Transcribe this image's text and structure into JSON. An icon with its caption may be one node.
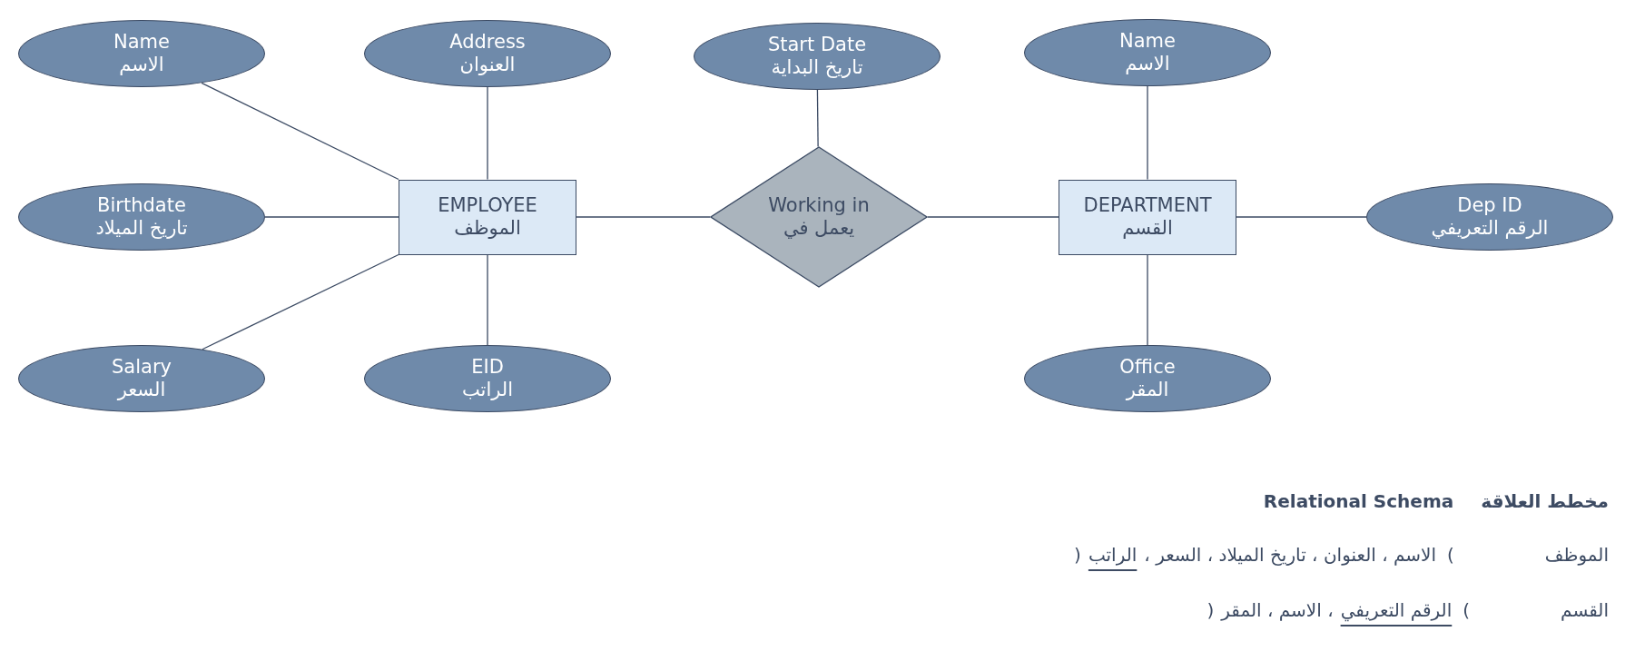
{
  "diagram": {
    "nodes": [
      {
        "text": [
          "Name",
          "الاسم"
        ]
      },
      {
        "text": [
          "Address",
          "العنوان"
        ]
      },
      {
        "text": [
          "Start Date",
          "تاريخ البداية"
        ]
      },
      {
        "text": [
          "Name",
          "الاسم"
        ]
      },
      {
        "text": [
          "Birthdate",
          "تاريخ الميلاد"
        ]
      },
      {
        "text": [
          "EMPLOYEE",
          "الموظف"
        ]
      },
      {
        "text": [
          "Working in",
          "يعمل في"
        ]
      },
      {
        "text": [
          "DEPARTMENT",
          "القسم"
        ]
      },
      {
        "text": [
          "Dep ID",
          "الرقم التعريفي"
        ]
      },
      {
        "text": [
          "Salary",
          "السعر"
        ]
      },
      {
        "text": [
          "EID",
          "الراتب"
        ]
      },
      {
        "text": [
          "Office",
          "المقر"
        ]
      }
    ],
    "edges": [
      {
        "from": 5,
        "to": 0,
        "arrow": "none"
      },
      {
        "from": 5,
        "to": 1,
        "arrow": "none"
      },
      {
        "from": 5,
        "to": 4,
        "arrow": "none"
      },
      {
        "from": 5,
        "to": 9,
        "arrow": "none"
      },
      {
        "from": 5,
        "to": 10,
        "arrow": "none"
      },
      {
        "from": 5,
        "to": 6,
        "arrow": "none"
      },
      {
        "from": 6,
        "to": 2,
        "arrow": "none"
      },
      {
        "from": 6,
        "to": 7,
        "arrow": "none"
      },
      {
        "from": 7,
        "to": 3,
        "arrow": "none"
      },
      {
        "from": 7,
        "to": 8,
        "arrow": "none"
      },
      {
        "from": 7,
        "to": 11,
        "arrow": "none"
      }
    ],
    "labels": [
      "مخطط العلاقة",
      "Relational Schema",
      "الموظف",
      "(",
      "الاسم ، العنوان ، تاريخ الميلاد ، السعر ،",
      "الراتب",
      ")",
      "القسم",
      "(",
      "الرقم التعريفي",
      "، الاسم ، المقر",
      ")"
    ]
  }
}
